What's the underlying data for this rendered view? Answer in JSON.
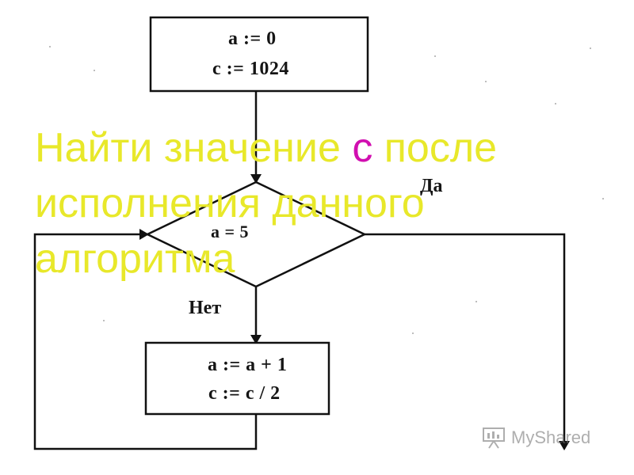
{
  "flowchart": {
    "init_block": {
      "line1": "a := 0",
      "line2": "c := 1024"
    },
    "condition": "a = 5",
    "yes_label": "Да",
    "no_label": "Нет",
    "loop_block": {
      "line1": "a := a + 1",
      "line2": "c := c / 2"
    }
  },
  "overlay": {
    "line1_before": "Найти значение ",
    "line1_highlight": "с",
    "line1_after": " после",
    "line2": "исполнения данного",
    "line3": "алгоритма",
    "text_color": "#e8e82a",
    "highlight_color": "#d10fb0"
  },
  "watermark": {
    "text": "MyShared",
    "icon": "presentation-board-icon"
  }
}
